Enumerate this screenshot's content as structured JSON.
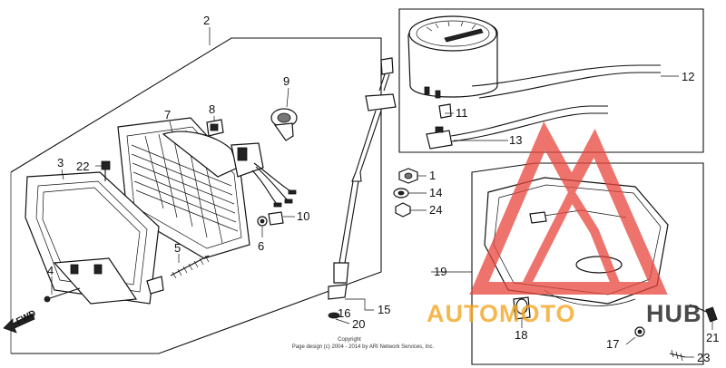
{
  "callouts": [
    {
      "id": "c2",
      "text": "2"
    },
    {
      "id": "c7",
      "text": "7"
    },
    {
      "id": "c8",
      "text": "8"
    },
    {
      "id": "c9",
      "text": "9"
    },
    {
      "id": "c3",
      "text": "3"
    },
    {
      "id": "c22",
      "text": "22"
    },
    {
      "id": "c10",
      "text": "10"
    },
    {
      "id": "c5",
      "text": "5"
    },
    {
      "id": "c6",
      "text": "6"
    },
    {
      "id": "c4",
      "text": "4"
    },
    {
      "id": "c12",
      "text": "12"
    },
    {
      "id": "c11",
      "text": "11"
    },
    {
      "id": "c13",
      "text": "13"
    },
    {
      "id": "c1",
      "text": "1"
    },
    {
      "id": "c14",
      "text": "14"
    },
    {
      "id": "c24",
      "text": "24"
    },
    {
      "id": "c19",
      "text": "19"
    },
    {
      "id": "c15",
      "text": "15"
    },
    {
      "id": "c16",
      "text": "16"
    },
    {
      "id": "c20",
      "text": "20"
    },
    {
      "id": "c18",
      "text": "18"
    },
    {
      "id": "c17",
      "text": "17"
    },
    {
      "id": "c21",
      "text": "21"
    },
    {
      "id": "c23",
      "text": "23"
    }
  ],
  "fwd_label": "FWD",
  "copyright": {
    "line1": "Copyright",
    "line2": "Page design (c) 2004 - 2014 by ARI Network Services, Inc."
  },
  "watermark": {
    "text_orange": "AUTOMOTO",
    "text_dark": "HUB",
    "color_red": "#e8453c",
    "color_orange": "#f5a623",
    "color_dark": "#2b2b2b"
  }
}
